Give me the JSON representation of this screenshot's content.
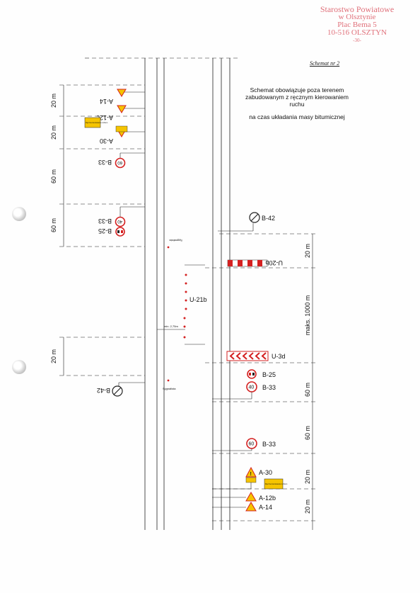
{
  "stamp": {
    "line1": "Starostwo Powiatowe",
    "line2": "w Olsztynie",
    "line3": "Plac Bema 5",
    "line4": "10-516 OLSZTYN",
    "line5": "-30-"
  },
  "schemat_label": "Schemat nr 2",
  "description": {
    "line1": "Schemat obowiązuje poza terenem zabudowanym z ręcznym kierowaniem ruchu",
    "line2": "na czas układania masy bitumicznej"
  },
  "left_distances": [
    "20 m",
    "20 m",
    "60 m",
    "60 m",
    "20 m"
  ],
  "right_distances": [
    "20 m",
    "maks. 1000 m",
    "60 m",
    "60 m",
    "20 m",
    "20 m"
  ],
  "signs": {
    "a14_top": "A-14",
    "a12c": "A-12c",
    "a30_top": "A-30",
    "b33_60_top": "B-33",
    "b33_40_top": "B-33",
    "b25_top": "B-25",
    "b42_right": "B-42",
    "u20b": "U-20b",
    "u21b": "U-21b",
    "u3d": "U-3d",
    "b42_left": "B-42",
    "b25_bottom": "B-25",
    "b33_40_bottom": "B-33",
    "b33_60_bottom": "B-33",
    "a30_bottom": "A-30",
    "a12b": "A-12b",
    "a14_bottom": "A-14"
  },
  "speed_values": {
    "top60": "60",
    "top40": "40",
    "bottom40": "40",
    "bottom60": "60"
  },
  "road_labels": {
    "sygnalista_top": "Sygnalista",
    "sygnalista_bottom": "Sygnalista",
    "min_width": "min. 2,75m"
  },
  "plate_text": {
    "top": "Ręczne kierowanie ruchem",
    "bottom": "Ręczne kierowanie ruchem"
  },
  "colors": {
    "stamp": "#e0707a",
    "sign_red": "#d42020",
    "sign_yellow": "#f5c400",
    "line": "#222222"
  }
}
